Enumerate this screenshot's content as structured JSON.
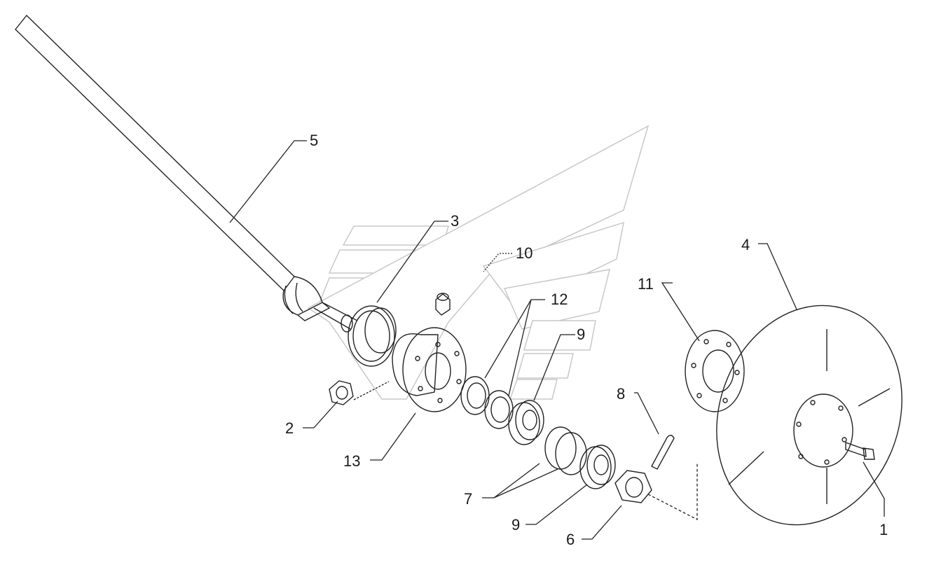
{
  "diagram": {
    "type": "exploded-parts-drawing",
    "callouts": [
      {
        "id": "callout-5",
        "label": "5"
      },
      {
        "id": "callout-3",
        "label": "3"
      },
      {
        "id": "callout-10",
        "label": "10"
      },
      {
        "id": "callout-12",
        "label": "12"
      },
      {
        "id": "callout-9-top",
        "label": "9"
      },
      {
        "id": "callout-11",
        "label": "11"
      },
      {
        "id": "callout-4",
        "label": "4"
      },
      {
        "id": "callout-2",
        "label": "2"
      },
      {
        "id": "callout-13",
        "label": "13"
      },
      {
        "id": "callout-8",
        "label": "8"
      },
      {
        "id": "callout-7",
        "label": "7"
      },
      {
        "id": "callout-9-bottom",
        "label": "9"
      },
      {
        "id": "callout-6",
        "label": "6"
      },
      {
        "id": "callout-1",
        "label": "1"
      }
    ],
    "parts": [
      "axle-shaft",
      "seal-ring",
      "grease-nipple",
      "hub",
      "inner-seal",
      "outer-seal",
      "inner-bearing",
      "bearing-races",
      "outer-bearing",
      "castle-nut",
      "cotter-pin",
      "hub-plate",
      "disc",
      "bolt",
      "lock-nut"
    ],
    "watermark": "stylized-logo"
  }
}
